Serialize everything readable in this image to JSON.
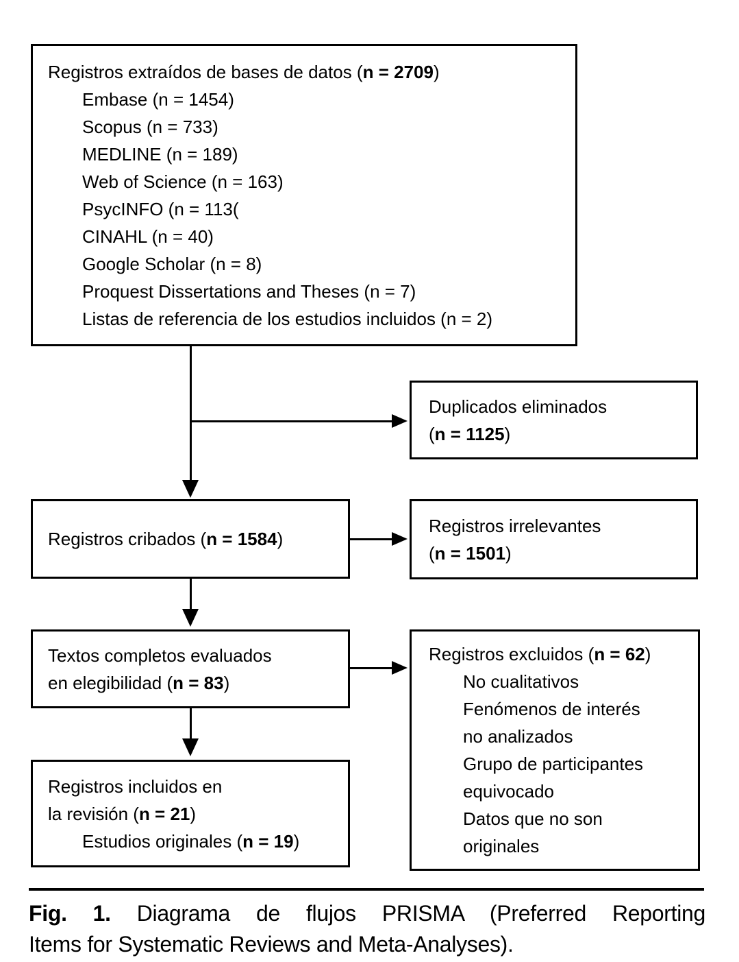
{
  "colors": {
    "text": "#000000",
    "background": "#ffffff",
    "border": "#000000"
  },
  "boxes": {
    "identification": {
      "title_pre": "Registros extraídos de bases de datos (",
      "title_bold": "n = 2709",
      "title_post": ")",
      "items": [
        "Embase (n = 1454)",
        "Scopus (n = 733)",
        "MEDLINE (n = 189)",
        "Web of Science (n = 163)",
        "PsycINFO (n = 113(",
        "CINAHL (n = 40)",
        "Google Scholar (n = 8)",
        "Proquest Dissertations and Theses (n = 7)",
        "Listas de referencia de los estudios incluidos (n = 2)"
      ]
    },
    "duplicates": {
      "line1": "Duplicados eliminados",
      "line2_pre": "(",
      "line2_bold": "n = 1125",
      "line2_post": ")"
    },
    "screened": {
      "pre": "Registros cribados (",
      "bold": "n = 1584",
      "post": ")"
    },
    "irrelevant": {
      "line1": "Registros irrelevantes",
      "line2_pre": "(",
      "line2_bold": "n = 1501",
      "line2_post": ")"
    },
    "fulltext": {
      "line1": "Textos completos evaluados",
      "line2_pre": "en elegibilidad (",
      "line2_bold": "n = 83",
      "line2_post": ")"
    },
    "excluded": {
      "title_pre": "Registros excluidos (",
      "title_bold": "n = 62",
      "title_post": ")",
      "items": [
        "No cualitativos",
        "Fenómenos de interés",
        "no analizados",
        "Grupo de participantes",
        "equivocado",
        "Datos que no son",
        "originales"
      ]
    },
    "included": {
      "line1": "Registros incluidos en",
      "line2_pre": "la revisión (",
      "line2_bold": "n = 21",
      "line2_post": ")",
      "line3_pre": "Estudios originales (",
      "line3_bold": "n = 19",
      "line3_post": ")"
    }
  },
  "caption": {
    "label": "Fig. 1.",
    "line1_rest": "Diagrama de flujos PRISMA (Preferred Reporting",
    "line2": "Items for Systematic Reviews and Meta-Analyses)."
  }
}
